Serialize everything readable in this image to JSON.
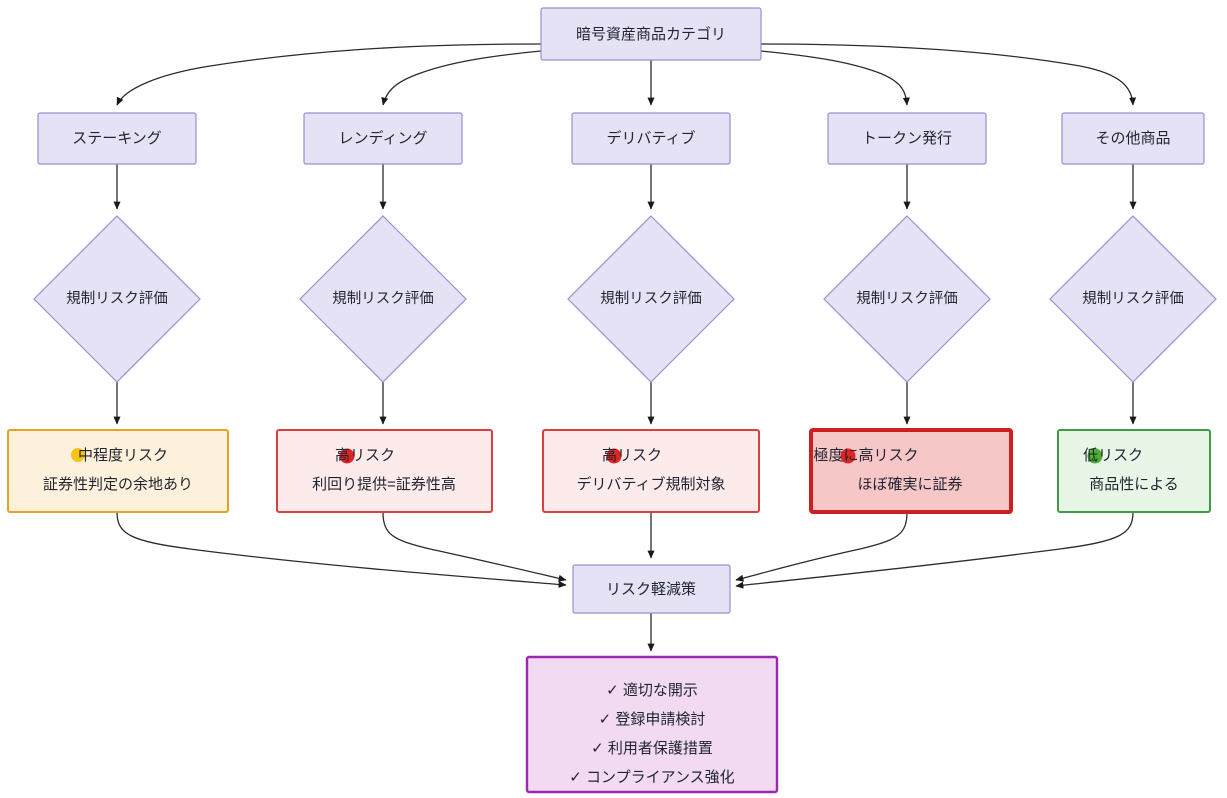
{
  "diagram": {
    "title_node": {
      "id": "root",
      "label": "暗号資産商品カテゴリ"
    },
    "palette": {
      "default_fill": "#e5e2f6",
      "default_stroke": "#9a8fce",
      "warning_fill": "#fdf1dc",
      "warning_stroke": "#e0a526",
      "danger_fill": "#fdeaea",
      "danger_stroke": "#d94040",
      "critical_fill": "#f7c6c6",
      "critical_stroke": "#cc1f1f",
      "success_fill": "#e8f6e8",
      "success_stroke": "#3f9c42",
      "accent_fill": "#f2dbf2",
      "accent_stroke": "#9c27b0",
      "edge_color": "#2b2b2b",
      "text_color": "#1f2430",
      "dot_yellow": "#f5c518",
      "dot_red": "#e02424",
      "dot_green": "#4caf2f",
      "canvas": "#ffffff"
    },
    "categories": [
      {
        "id": "staking",
        "label": "ステーキング"
      },
      {
        "id": "lending",
        "label": "レンディング"
      },
      {
        "id": "derivative",
        "label": "デリバティブ"
      },
      {
        "id": "token",
        "label": "トークン発行"
      },
      {
        "id": "other",
        "label": "その他商品"
      }
    ],
    "decision_label": "規制リスク評価",
    "decisions": [
      {
        "id": "dec-staking",
        "label": "規制リスク評価"
      },
      {
        "id": "dec-lending",
        "label": "規制リスク評価"
      },
      {
        "id": "dec-derivative",
        "label": "規制リスク評価"
      },
      {
        "id": "dec-token",
        "label": "規制リスク評価"
      },
      {
        "id": "dec-other",
        "label": "規制リスク評価"
      }
    ],
    "outcomes": [
      {
        "id": "outcome-staking",
        "severity": "medium",
        "dot": "●",
        "dot_color": "#f5c518",
        "line1": "中程度リスク",
        "line2": "証券性判定の余地あり"
      },
      {
        "id": "outcome-lending",
        "severity": "high",
        "dot": "●",
        "dot_color": "#e02424",
        "line1": "高リスク",
        "line2": "利回り提供=証券性高"
      },
      {
        "id": "outcome-derivative",
        "severity": "high",
        "dot": "●",
        "dot_color": "#e02424",
        "line1": "高リスク",
        "line2": "デリバティブ規制対象"
      },
      {
        "id": "outcome-token",
        "severity": "critical",
        "dot": "●",
        "dot_color": "#e02424",
        "line1": "極度に高リスク",
        "line2": "ほぼ確実に証券"
      },
      {
        "id": "outcome-other",
        "severity": "low",
        "dot": "●",
        "dot_color": "#4caf2f",
        "line1": "低リスク",
        "line2": "商品性による"
      }
    ],
    "mitigation_node": {
      "id": "mitigation",
      "label": "リスク軽減策"
    },
    "measures_node": {
      "id": "measures",
      "items": [
        "✓ 適切な開示",
        "✓ 登録申請検討",
        "✓ 利用者保護措置",
        "✓ コンプライアンス強化"
      ]
    }
  }
}
